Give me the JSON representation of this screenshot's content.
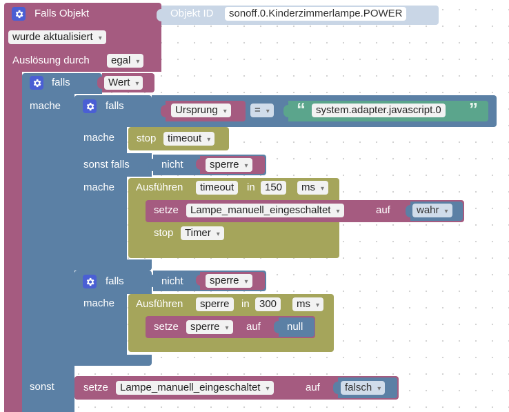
{
  "colors": {
    "event_block": "#a55b80",
    "logic_block": "#5b80a5",
    "timeout_block": "#a5a55b",
    "text_block": "#5ba58c",
    "variable_block": "#a55b80"
  },
  "trigger": {
    "title": "Falls Objekt",
    "object_label": "Objekt ID",
    "object_id": "sonoff.0.Kinderzimmerlampe.POWER",
    "update_mode": "wurde aktualisiert",
    "trigger_label": "Auslösung durch",
    "trigger_value": "egal"
  },
  "outer_if": {
    "if_label": "falls",
    "condition": "Wert",
    "then_label": "mache",
    "else_label": "sonst",
    "else_action": {
      "set_label": "setze",
      "variable": "Lampe_manuell_eingeschaltet",
      "to_label": "auf",
      "value": "falsch"
    }
  },
  "inner_if": {
    "if_label": "falls",
    "compare_left": "Ursprung",
    "compare_op": "=",
    "quote_open": "“",
    "compare_right": "system.adapter.javascript.0",
    "quote_close": "”",
    "then_label": "mache",
    "stop_label": "stop",
    "stop_target": "timeout",
    "elseif_label": "sonst falls",
    "not_label": "nicht",
    "not_var": "sperre",
    "then2_label": "mache",
    "run_label": "Ausführen",
    "timer_name": "timeout",
    "in_label": "in",
    "delay": "150",
    "unit": "ms",
    "set_label": "setze",
    "set_var": "Lampe_manuell_eingeschaltet",
    "to_label": "auf",
    "set_value": "wahr",
    "stop2_label": "stop",
    "stop2_target": "Timer"
  },
  "second_if": {
    "if_label": "falls",
    "not_label": "nicht",
    "not_var": "sperre",
    "then_label": "mache",
    "run_label": "Ausführen",
    "timer_name": "sperre",
    "in_label": "in",
    "delay": "300",
    "unit": "ms",
    "set_label": "setze",
    "set_var": "sperre",
    "to_label": "auf",
    "set_value": "null"
  }
}
